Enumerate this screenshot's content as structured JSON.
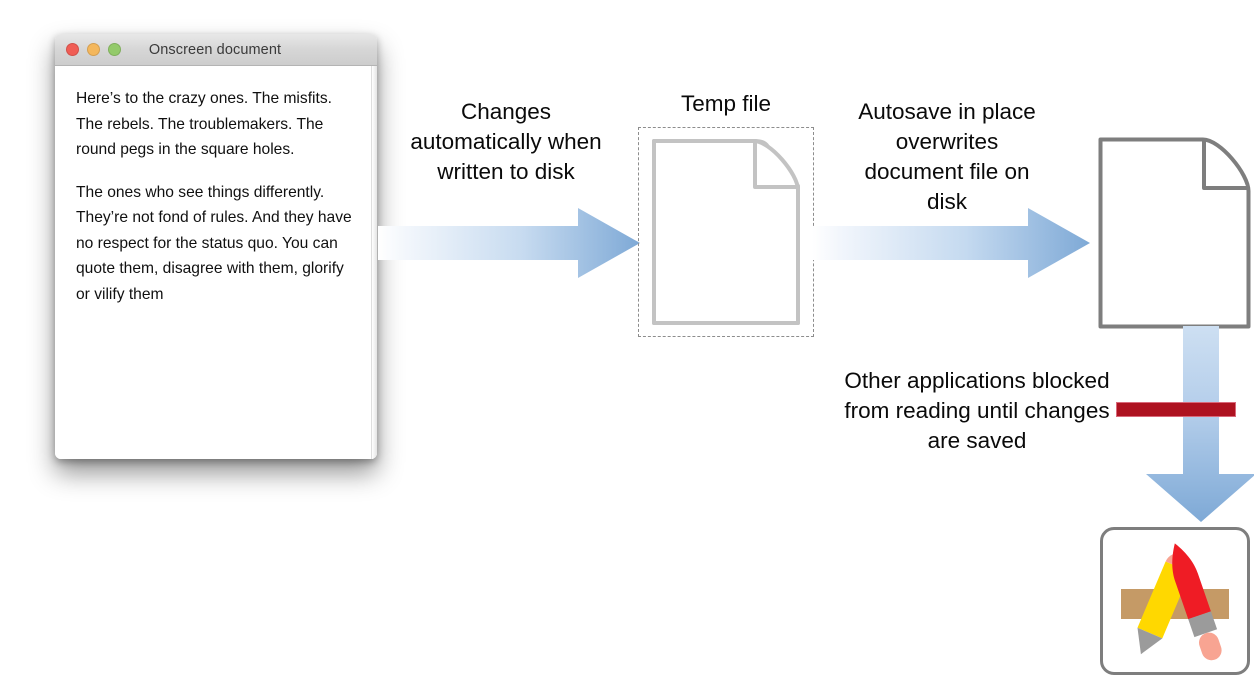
{
  "window": {
    "title": "Onscreen document",
    "traffic_lights": [
      {
        "name": "close",
        "color": "#f05d55"
      },
      {
        "name": "minimize",
        "color": "#f4b75c"
      },
      {
        "name": "zoom",
        "color": "#93ca6a"
      }
    ],
    "paragraphs": [
      "Here’s to the crazy ones. The misfits. The rebels. The troublemakers. The round pegs in the square holes.",
      "The ones who see things differently. They’re not fond of rules. And they have no respect for the status quo. You can quote them, disagree with them, glorify or vilify them"
    ]
  },
  "labels": {
    "changes": "Changes automatically when written to disk",
    "temp_file": "Temp file",
    "autosave": "Autosave in place overwrites document file on disk",
    "blocked": "Other applications blocked from reading until changes are saved"
  },
  "colors": {
    "arrow_blue": "#7ea9d6",
    "arrow_blue_light": "#eef4fb",
    "red_bar": "#ae1220",
    "red_bar_border": "#d9697a",
    "temp_doc_outline": "#c3c3c3",
    "right_doc_outline": "#7e7e7e",
    "dashed_border": "#8d8d8d",
    "pencil_yellow": "#ffd800",
    "pen_red": "#ef1c25",
    "ruler_tan": "#c59a66",
    "eraser_pink": "#f8a492",
    "ferrule_gray": "#9b9b9b"
  },
  "app_icon": {
    "name": "textedit-tools-icon",
    "parts": [
      "yellow-pencil",
      "red-pen",
      "tan-ruler"
    ]
  }
}
